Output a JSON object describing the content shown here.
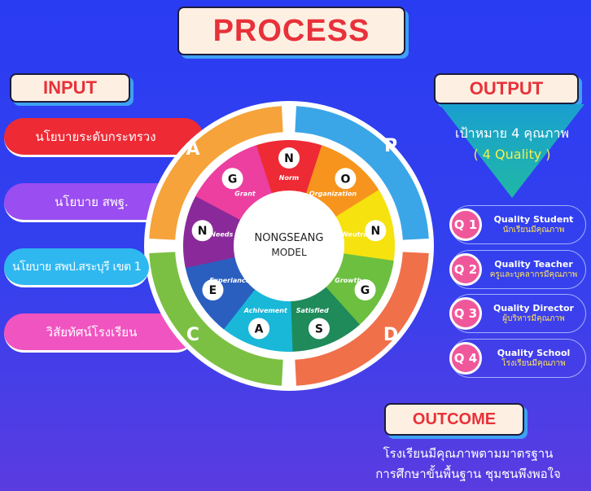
{
  "title": "PROCESS",
  "input": {
    "label": "INPUT",
    "items": [
      {
        "text": "นโยบายระดับกระทรวง",
        "color": "#ee2a35"
      },
      {
        "text": "นโยบาย สพฐ.",
        "color": "#9a4df0"
      },
      {
        "text": "นโยบาย สพป.สระบุรี เขต 1",
        "color": "#2fb8f0"
      },
      {
        "text": "วิสัยทัศน์โรงเรียน",
        "color": "#f054c0"
      }
    ]
  },
  "output": {
    "label": "OUTPUT",
    "goal": "เป้าหมาย 4 คุณภาพ",
    "goal_en": "( 4 Quality )",
    "items": [
      {
        "badge": "Q 1",
        "en": "Quality Student",
        "th": "นักเรียนมีคุณภาพ"
      },
      {
        "badge": "Q 2",
        "en": "Quality Teacher",
        "th": "ครูและบุคลากรมีคุณภาพ"
      },
      {
        "badge": "Q 3",
        "en": "Quality Director",
        "th": "ผู้บริหารมีคุณภาพ"
      },
      {
        "badge": "Q 4",
        "en": "Quality School",
        "th": "โรงเรียนมีคุณภาพ"
      }
    ]
  },
  "outcome": {
    "label": "OUTCOME",
    "line1": "โรงเรียนมีคุณภาพตามมาตรฐาน",
    "line2": "การศึกษาขั้นพื้นฐาน ชุมชนพึงพอใจ"
  },
  "model": {
    "line1": "NONGSEANG",
    "line2": "MODEL",
    "cycle": [
      {
        "letter": "A",
        "color": "#f5a33a"
      },
      {
        "letter": "P",
        "color": "#3aa6e8"
      },
      {
        "letter": "D",
        "color": "#f0704a"
      },
      {
        "letter": "C",
        "color": "#7cc043"
      }
    ],
    "petals": [
      {
        "letter": "N",
        "word": "Norm",
        "color": "#ee2a35"
      },
      {
        "letter": "O",
        "word": "Organization",
        "color": "#f7941d"
      },
      {
        "letter": "N",
        "word": "Neutral",
        "color": "#f5e20f"
      },
      {
        "letter": "G",
        "word": "Growth",
        "color": "#6cbf3f"
      },
      {
        "letter": "S",
        "word": "Satisfied",
        "color": "#1f8a5a"
      },
      {
        "letter": "A",
        "word": "Achivement",
        "color": "#19b8d8"
      },
      {
        "letter": "E",
        "word": "Experiance",
        "color": "#2a5fc0"
      },
      {
        "letter": "N",
        "word": "Needs",
        "color": "#8a2a9a"
      },
      {
        "letter": "G",
        "word": "Grant",
        "color": "#ec3fa0"
      }
    ]
  }
}
